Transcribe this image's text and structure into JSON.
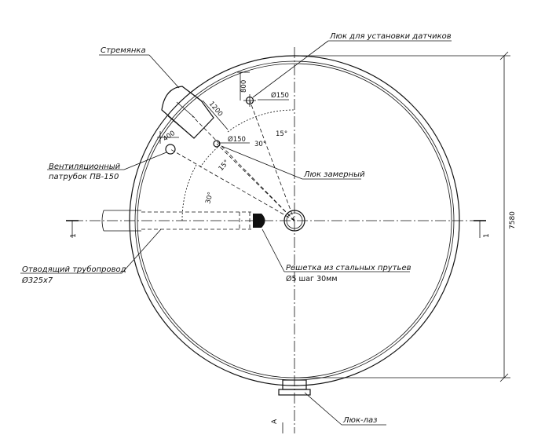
{
  "labels": {
    "ladder": "Стремянка",
    "sensor_hatch": "Люк для установки датчиков",
    "vent_line1": "Вентиляционный",
    "vent_line2": "патрубок ПВ-150",
    "measure_hatch": "Люк замерный",
    "outlet_line1": "Отводящий трубопровод",
    "outlet_line2": "Ø325х7",
    "grate_line1": "Решетка из стальных прутьев",
    "grate_line2": "Ø5 шаг 30мм",
    "manhole": "Люк-лаз"
  },
  "dimensions": {
    "diameter": "7580",
    "d800": "800",
    "d1200": "1200",
    "d400": "400",
    "phi150_top": "Ø150",
    "phi150_mid": "Ø150",
    "ang30_top": "30°",
    "ang15_top": "15°",
    "ang15_mid": "15°",
    "ang30_left": "30°"
  },
  "section_marks": {
    "left": "1",
    "right": "1",
    "bottom": "А"
  }
}
